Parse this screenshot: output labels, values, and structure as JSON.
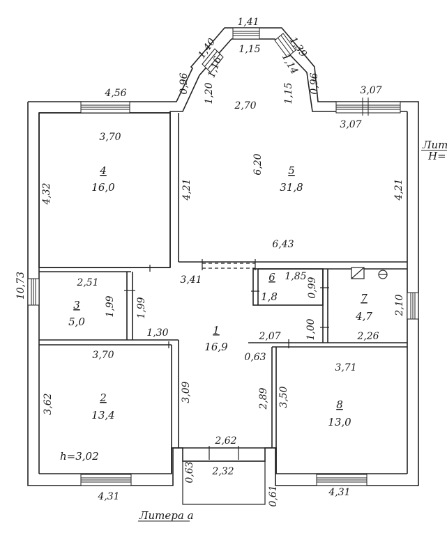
{
  "rooms": [
    {
      "num": "1",
      "area": "16,9"
    },
    {
      "num": "2",
      "area": "13,4"
    },
    {
      "num": "3",
      "area": "5,0"
    },
    {
      "num": "4",
      "area": "16,0"
    },
    {
      "num": "5",
      "area": "31,8"
    },
    {
      "num": "6",
      "area": "1,8"
    },
    {
      "num": "7",
      "area": "4,7"
    },
    {
      "num": "8",
      "area": "13,0"
    }
  ],
  "dims": {
    "top_bay_outer": "1,41",
    "top_bay_inner": "1,15",
    "bay_left_outer": "1,40",
    "bay_left_inner": "1,16",
    "bay_right_outer": "1,39",
    "bay_right_inner": "1,14",
    "left_096": "0,96",
    "right_096": "0,96",
    "left_120": "1,20",
    "right_115": "1,15",
    "room5_top": "2,70",
    "top_left_outer": "4,56",
    "top_right_outer": "3,07",
    "top_right_inner": "3,07",
    "room4_width": "3,70",
    "room4_height": "4,32",
    "room4_right": "4,21",
    "room5_depth": "6,20",
    "room5_right": "4,21",
    "room5_width": "6,43",
    "left_total": "10,73",
    "room3_width": "2,51",
    "room3_height": "1,99",
    "room3_right": "1,99",
    "hall_top": "3,41",
    "room6_width": "1,85",
    "room6_height": "0,99",
    "room7_right": "2,10",
    "room7_door": "1,00",
    "hall_130": "1,30",
    "hall_207": "2,07",
    "room7_width": "2,26",
    "room2_width": "3,70",
    "hall_063": "0,63",
    "room8_width": "3,71",
    "room2_height": "3,62",
    "hall_309": "3,09",
    "hall_289": "2,89",
    "room8_height": "3,50",
    "hall_262": "2,62",
    "porch_063": "0,63",
    "porch_232": "2,32",
    "porch_061": "0,61",
    "bottom_left": "4,31",
    "bottom_right": "4,31"
  },
  "notes": {
    "ceiling_height": "h=3,02",
    "litera_a": "Литера а",
    "litera_cut": "Лит",
    "h_cut": "Н=."
  }
}
